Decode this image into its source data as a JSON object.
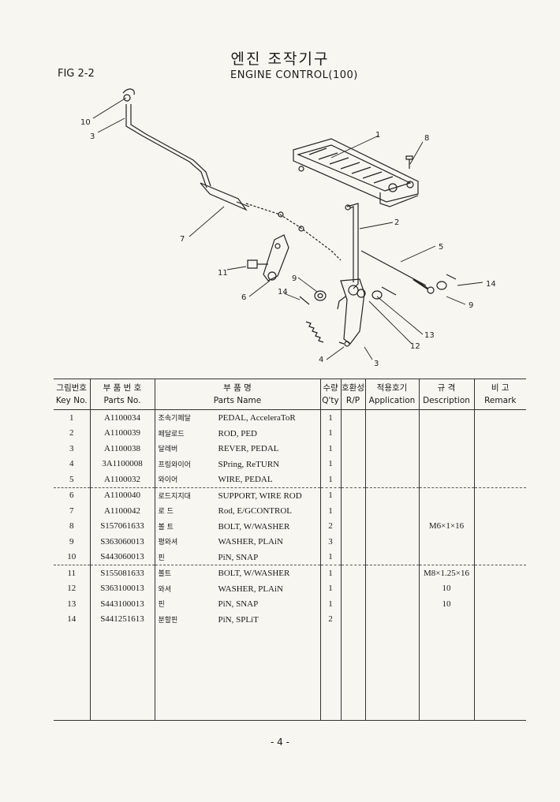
{
  "header": {
    "title_ko": "엔진  조작기구",
    "title_en": "ENGINE  CONTROL(100)",
    "fig_label": "FIG 2-2"
  },
  "diagram": {
    "callouts": [
      "1",
      "2",
      "3",
      "4",
      "5",
      "6",
      "7",
      "8",
      "9",
      "9",
      "10",
      "11",
      "12",
      "13",
      "14",
      "14",
      "3"
    ]
  },
  "table": {
    "headers": [
      {
        "ko": "그림번호",
        "en": "Key No."
      },
      {
        "ko": "부 품 번 호",
        "en": "Parts No."
      },
      {
        "ko": "부    품    명",
        "en": "Parts Name"
      },
      {
        "ko": "수량",
        "en": "Q'ty"
      },
      {
        "ko": "호환성",
        "en": "R/P"
      },
      {
        "ko": "적용호기",
        "en": "Application"
      },
      {
        "ko": "규  격",
        "en": "Description"
      },
      {
        "ko": "비  고",
        "en": "Remark"
      }
    ],
    "rows": [
      {
        "key": "1",
        "part": "A1100034",
        "name_ko": "조속기페달",
        "name_en": "PEDAL, AcceleraToR",
        "qty": "1",
        "desc": ""
      },
      {
        "key": "2",
        "part": "A1100039",
        "name_ko": "페달로드",
        "name_en": "ROD, PED",
        "qty": "1",
        "desc": ""
      },
      {
        "key": "3",
        "part": "A1100038",
        "name_ko": "달레버",
        "name_en": "REVER, PEDAL",
        "qty": "1",
        "desc": ""
      },
      {
        "key": "4",
        "part": "3A1100008",
        "name_ko": "프링와이어",
        "name_en": "SPring, ReTURN",
        "qty": "1",
        "desc": ""
      },
      {
        "key": "5",
        "part": "A1100032",
        "name_ko": "와이어",
        "name_en": "WIRE, PEDAL",
        "qty": "1",
        "desc": ""
      },
      {
        "key": "6",
        "part": "A1100040",
        "name_ko": "로드지지대",
        "name_en": "SUPPORT, WIRE ROD",
        "qty": "1",
        "desc": ""
      },
      {
        "key": "7",
        "part": "A1100042",
        "name_ko": "로  드",
        "name_en": "Rod, E/GCONTROL",
        "qty": "1",
        "desc": ""
      },
      {
        "key": "8",
        "part": "S157061633",
        "name_ko": "볼  트",
        "name_en": "BOLT, W/WASHER",
        "qty": "2",
        "desc": "M6×1×16"
      },
      {
        "key": "9",
        "part": "S363060013",
        "name_ko": "평와셔",
        "name_en": "WASHER, PLAiN",
        "qty": "3",
        "desc": ""
      },
      {
        "key": "10",
        "part": "S443060013",
        "name_ko": "   핀",
        "name_en": "PiN, SNAP",
        "qty": "1",
        "desc": ""
      },
      {
        "key": "11",
        "part": "S155081633",
        "name_ko": "볼트",
        "name_en": "BOLT, W/WASHER",
        "qty": "1",
        "desc": "M8×1.25×16"
      },
      {
        "key": "12",
        "part": "S363100013",
        "name_ko": "와셔",
        "name_en": "WASHER, PLAiN",
        "qty": "1",
        "desc": "10"
      },
      {
        "key": "13",
        "part": "S443100013",
        "name_ko": "   핀",
        "name_en": "PiN, SNAP",
        "qty": "1",
        "desc": "10"
      },
      {
        "key": "14",
        "part": "S441251613",
        "name_ko": "분할핀",
        "name_en": "PiN, SPLiT",
        "qty": "2",
        "desc": ""
      }
    ]
  },
  "footer": {
    "page_number": "- 4 -"
  }
}
